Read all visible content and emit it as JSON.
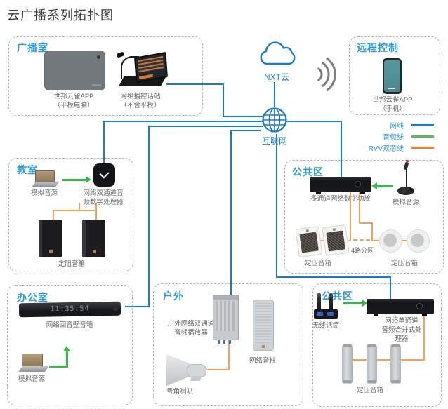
{
  "title": "云广播系列拓扑图",
  "network": {
    "cloud_label": "NXT云",
    "internet_label": "互联网"
  },
  "legend": {
    "items": [
      {
        "label": "网线",
        "color": "#1b7cc9"
      },
      {
        "label": "音频线",
        "color": "#5cb85c"
      },
      {
        "label": "RVV双芯线",
        "color": "#f47b20"
      }
    ]
  },
  "broadcast_room": {
    "title": "广播室",
    "tablet_label": "世邦云雀APP\n（平板电脑）",
    "station_label": "网络播控话站\n（不含平板）"
  },
  "remote": {
    "title": "远程控制",
    "phone_label": "世邦云雀APP\n（手机）"
  },
  "classroom": {
    "title": "教室",
    "source_label": "模拟音源",
    "processor_label": "网络双通道音\n频数字处理器",
    "speaker_label": "定阻音箱"
  },
  "public_mid": {
    "title": "公共区",
    "amp_label": "多通道网络数字功放",
    "source_label": "模拟音源",
    "wall_speaker_label": "定压音箱",
    "zone_label": "4路分区",
    "ceiling_speaker_label": "定压音箱"
  },
  "office": {
    "title": "办公室",
    "soundbar_label": "网络回音壁音箱",
    "clock": "11:35:54",
    "source_label": "模拟音源"
  },
  "outdoor": {
    "title": "户外",
    "player_label": "户外网络双通道\n音频播放器",
    "column_label": "网络音柱",
    "horn_label": "号角喇叭"
  },
  "public_bottom": {
    "title": "公共区",
    "mic_label": "无线话筒",
    "processor_label": "网络单通道\n音频合并式处理器",
    "speaker_label": "定压音箱"
  }
}
